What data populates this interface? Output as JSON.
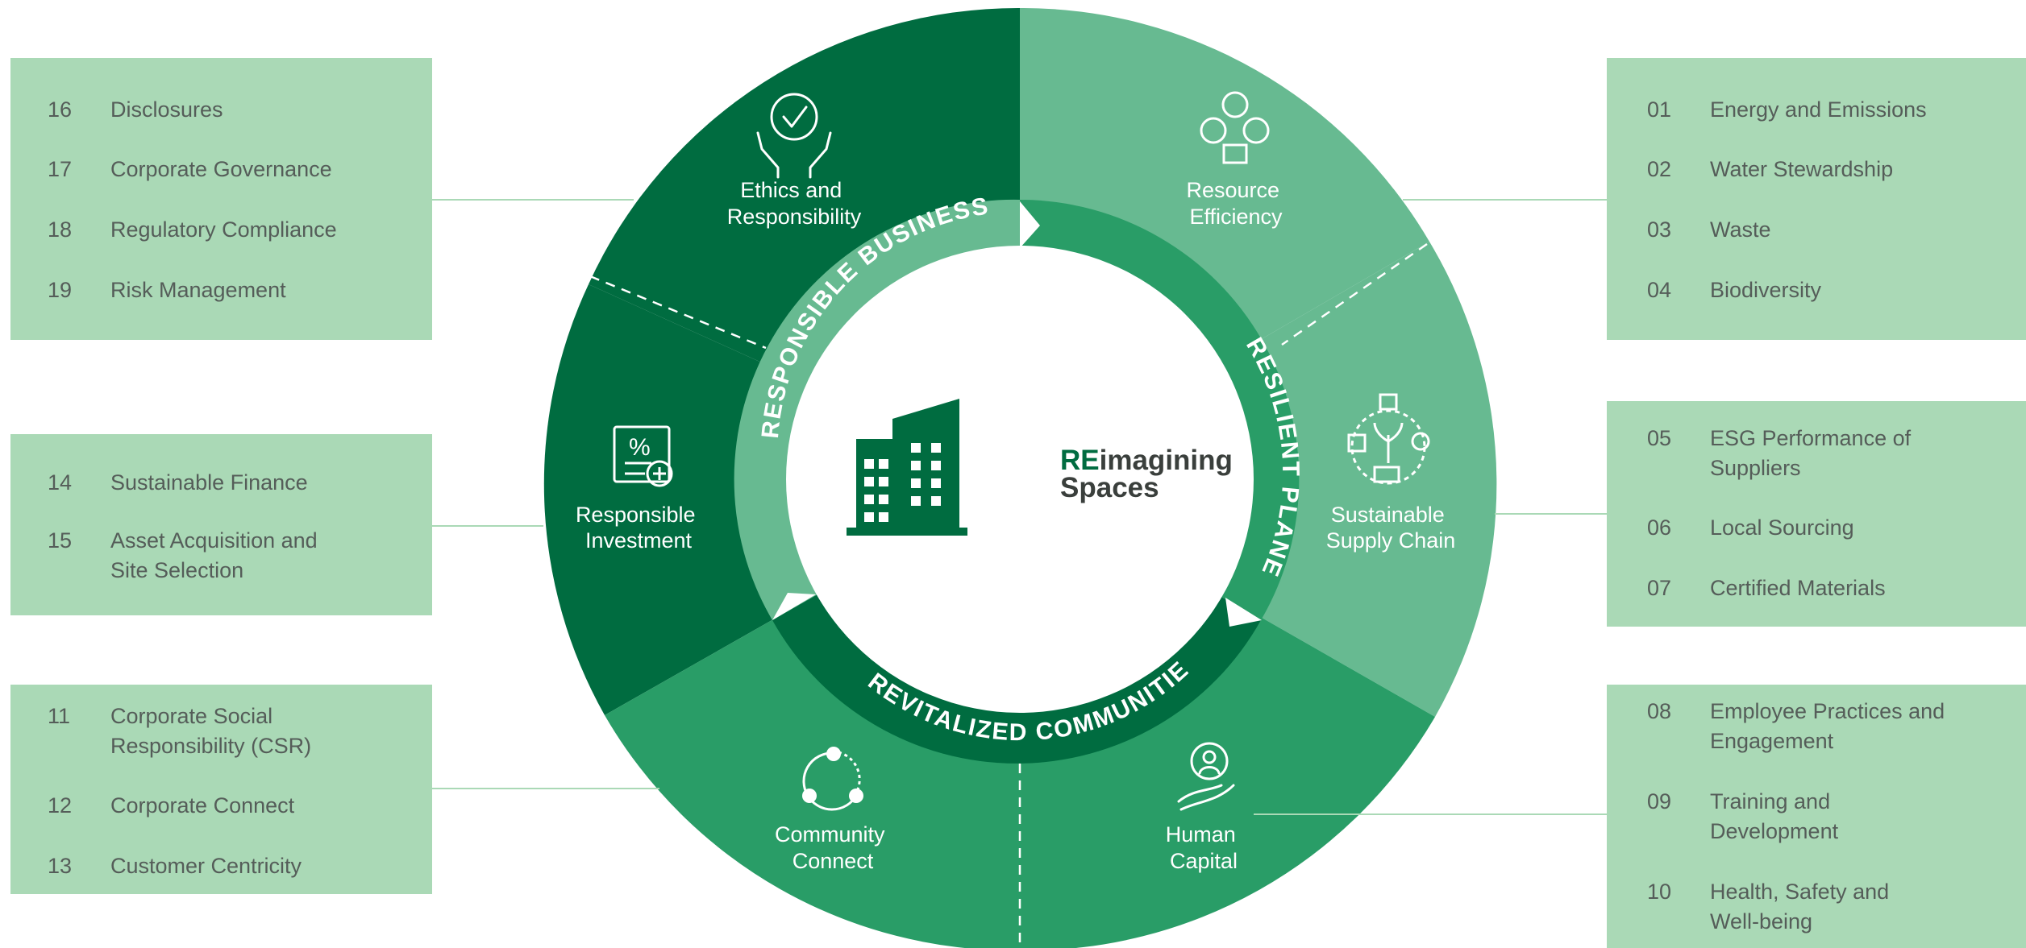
{
  "center": {
    "title_accent": "RE",
    "title_rest": "imagining",
    "title_line2": "Spaces"
  },
  "pillars": {
    "responsible_business": "RESPONSIBLE BUSINESS",
    "resilient_planet": "RESILIENT PLANET",
    "revitalized_communities": "REVITALIZED COMMUNITIES"
  },
  "segments": {
    "ethics": {
      "line1": "Ethics and",
      "line2": "Responsibility"
    },
    "resource": {
      "line1": "Resource",
      "line2": "Efficiency"
    },
    "supply": {
      "line1": "Sustainable",
      "line2": "Supply Chain"
    },
    "human": {
      "line1": "Human",
      "line2": "Capital"
    },
    "community": {
      "line1": "Community",
      "line2": "Connect"
    },
    "investment": {
      "line1": "Responsible",
      "line2": "Investment"
    }
  },
  "topic_groups": {
    "governance": [
      {
        "num": "16",
        "label": [
          "Disclosures"
        ]
      },
      {
        "num": "17",
        "label": [
          "Corporate Governance"
        ]
      },
      {
        "num": "18",
        "label": [
          "Regulatory Compliance"
        ]
      },
      {
        "num": "19",
        "label": [
          "Risk Management"
        ]
      }
    ],
    "investment": [
      {
        "num": "14",
        "label": [
          "Sustainable Finance"
        ]
      },
      {
        "num": "15",
        "label": [
          "Asset Acquisition and",
          "Site Selection"
        ]
      }
    ],
    "community": [
      {
        "num": "11",
        "label": [
          "Corporate Social",
          "Responsibility (CSR)"
        ]
      },
      {
        "num": "12",
        "label": [
          "Corporate Connect"
        ]
      },
      {
        "num": "13",
        "label": [
          "Customer Centricity"
        ]
      }
    ],
    "resource": [
      {
        "num": "01",
        "label": [
          "Energy and Emissions"
        ]
      },
      {
        "num": "02",
        "label": [
          "Water Stewardship"
        ]
      },
      {
        "num": "03",
        "label": [
          "Waste"
        ]
      },
      {
        "num": "04",
        "label": [
          "Biodiversity"
        ]
      }
    ],
    "supply": [
      {
        "num": "05",
        "label": [
          "ESG Performance of",
          "Suppliers"
        ]
      },
      {
        "num": "06",
        "label": [
          "Local Sourcing"
        ]
      },
      {
        "num": "07",
        "label": [
          "Certified Materials"
        ]
      }
    ],
    "human": [
      {
        "num": "08",
        "label": [
          "Employee Practices and",
          "Engagement"
        ]
      },
      {
        "num": "09",
        "label": [
          "Training and",
          "Development"
        ]
      },
      {
        "num": "10",
        "label": [
          "Health, Safety and",
          "Well-being"
        ]
      }
    ]
  },
  "icons": {
    "ethics": "hands-check-icon",
    "resource": "resource-cycle-icon",
    "supply": "supply-chain-icon",
    "human": "hand-person-icon",
    "community": "community-cycle-icon",
    "investment": "percent-document-icon",
    "center": "building-icon"
  },
  "colors": {
    "dark_green": "#006c40",
    "mid_green": "#299d67",
    "light_green": "#67ba91",
    "box_green": "#aad9b6",
    "text_gray": "#555d59",
    "center_text": "#3a3f3c"
  }
}
